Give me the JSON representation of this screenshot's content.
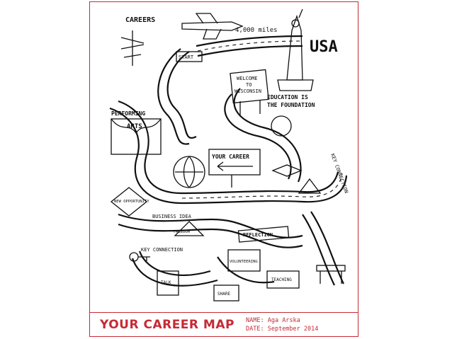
{
  "footer": {
    "title": "YOUR CAREER MAP",
    "name_label": "NAME:",
    "name_value": "Aga Arska",
    "date_label": "DATE:",
    "date_value": "September 2014"
  },
  "map_labels": {
    "careers": "CAREERS",
    "start": "START",
    "welcome_1": "WELCOME",
    "welcome_2": "TO",
    "welcome_3": "WISCONSIN",
    "education_1": "EDUCATION IS",
    "education_2": "THE FOUNDATION",
    "your_career": "YOUR CAREER",
    "usa": "USA",
    "miles": "4,000 miles",
    "performing_arts_1": "PERFORMING",
    "performing_arts_2": "ARTS",
    "new_opportunity": "NEW OPPORTUNITY",
    "business_idea": "BUSINESS IDEA",
    "key_connection_1": "KEY CONNECTION",
    "key_connection_2": "KEY CONNECTION",
    "freedom": "FREEDOM",
    "reflection": "REFLECTION",
    "volunteering": "VOLUNTEERING",
    "teaching": "TEACHING",
    "sign_talk": "TALK",
    "sign_share": "SHARE"
  },
  "colors": {
    "accent": "#c62a35",
    "ink": "#111111"
  }
}
